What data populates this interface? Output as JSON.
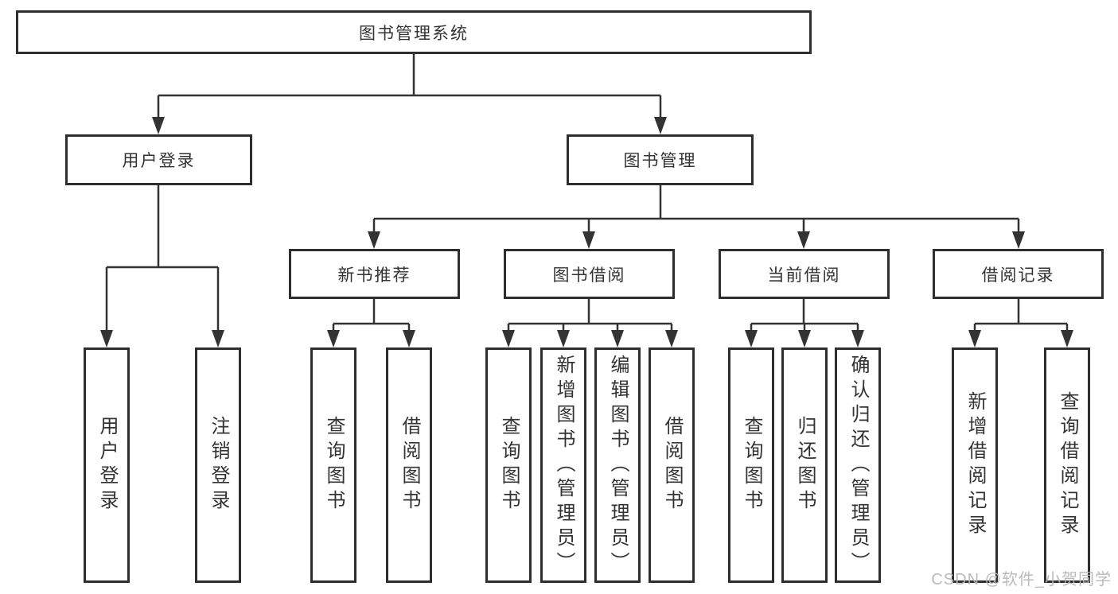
{
  "page": {
    "watermark": "CSDN @软件_小贺同学",
    "colors": {
      "background": "#ffffff",
      "line": "#333333",
      "box_border": "#2e2e2e",
      "text": "#333333",
      "watermark": "#b6b6b6"
    }
  },
  "tree": {
    "label": "图书管理系统",
    "children": [
      {
        "label": "用户登录",
        "children": [
          {
            "label": "用户登录"
          },
          {
            "label": "注销登录"
          }
        ]
      },
      {
        "label": "图书管理",
        "children": [
          {
            "label": "新书推荐",
            "children": [
              {
                "label": "查询图书"
              },
              {
                "label": "借阅图书"
              }
            ]
          },
          {
            "label": "图书借阅",
            "children": [
              {
                "label": "查询图书"
              },
              {
                "label": "新增图书（管理员）"
              },
              {
                "label": "编辑图书（管理员）"
              },
              {
                "label": "借阅图书"
              }
            ]
          },
          {
            "label": "当前借阅",
            "children": [
              {
                "label": "查询图书"
              },
              {
                "label": "归还图书"
              },
              {
                "label": "确认归还（管理员）"
              }
            ]
          },
          {
            "label": "借阅记录",
            "children": [
              {
                "label": "新增借阅记录"
              },
              {
                "label": "查询借阅记录"
              }
            ]
          }
        ]
      }
    ]
  }
}
